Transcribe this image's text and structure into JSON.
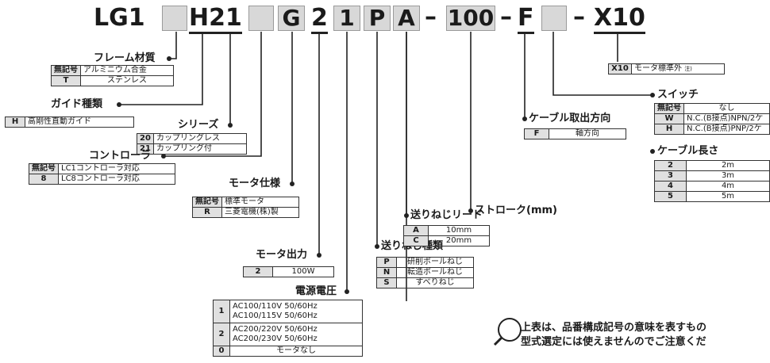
{
  "code": {
    "prefix": "LG1",
    "h21": "H21",
    "g": "G",
    "two": "2",
    "one": "1",
    "p": "P",
    "a": "A",
    "dash": "–",
    "stroke": "100",
    "f": "F",
    "x10": "X10"
  },
  "frame": {
    "title": "フレーム材質",
    "rows": [
      {
        "k": "無記号",
        "v": "アルミニウム合金"
      },
      {
        "k": "T",
        "v": "ステンレス"
      }
    ]
  },
  "guide": {
    "title": "ガイド種類",
    "rows": [
      {
        "k": "H",
        "v": "高剛性直動ガイド"
      }
    ]
  },
  "series": {
    "title": "シリーズ",
    "rows": [
      {
        "k": "20",
        "v": "カップリングレス"
      },
      {
        "k": "21",
        "v": "カップリング付"
      }
    ]
  },
  "controller": {
    "title": "コントローラ",
    "rows": [
      {
        "k": "無記号",
        "v": "LC1コントローラ対応"
      },
      {
        "k": "8",
        "v": "LC8コントローラ対応"
      }
    ]
  },
  "motor": {
    "title": "モータ仕様",
    "rows": [
      {
        "k": "無記号",
        "v": "標準モータ"
      },
      {
        "k": "R",
        "v": "三菱電機(株)製"
      }
    ]
  },
  "output": {
    "title": "モータ出力",
    "rows": [
      {
        "k": "2",
        "v": "100W"
      }
    ]
  },
  "voltage": {
    "title": "電源電圧",
    "rows": [
      {
        "k": "1",
        "v1": "AC100/110V  50/60Hz",
        "v2": "AC100/115V  50/60Hz"
      },
      {
        "k": "2",
        "v1": "AC200/220V  50/60Hz",
        "v2": "AC200/230V  50/60Hz"
      },
      {
        "k": "0",
        "v1": "モータなし",
        "v2": ""
      }
    ]
  },
  "screw": {
    "title": "送りねじ種類",
    "rows": [
      {
        "k": "P",
        "v": "研削ボールねじ"
      },
      {
        "k": "N",
        "v": "転造ボールねじ"
      },
      {
        "k": "S",
        "v": "すべりねじ"
      }
    ]
  },
  "lead": {
    "title": "送りねじリード",
    "rows": [
      {
        "k": "A",
        "v": "10mm"
      },
      {
        "k": "C",
        "v": "20mm"
      }
    ]
  },
  "stroke": {
    "title": "ストローク(mm)"
  },
  "cable_dir": {
    "title": "ケーブル取出方向",
    "rows": [
      {
        "k": "F",
        "v": "軸方向"
      }
    ]
  },
  "switch": {
    "title": "スイッチ",
    "header": {
      "k": "無記号",
      "v": "なし"
    },
    "rows": [
      {
        "k": "W",
        "v": "N.C.(B接点)NPN/2ケ"
      },
      {
        "k": "H",
        "v": "N.C.(B接点)PNP/2ケ"
      }
    ]
  },
  "cable_len": {
    "title": "ケーブル長さ",
    "rows": [
      {
        "k": "2",
        "v": "2m"
      },
      {
        "k": "3",
        "v": "3m"
      },
      {
        "k": "4",
        "v": "4m"
      },
      {
        "k": "5",
        "v": "5m"
      }
    ]
  },
  "special": {
    "rows": [
      {
        "k": "X10",
        "v": "モータ標準外",
        "n": "注)"
      }
    ]
  },
  "notice": {
    "line1": "上表は、品番構成記号の意味を表すもの",
    "line2": "型式選定には使えませんのでご注意くだ"
  },
  "colors": {
    "box": "#d8d8d8",
    "key": "#e0e0e0",
    "line": "#222222"
  }
}
